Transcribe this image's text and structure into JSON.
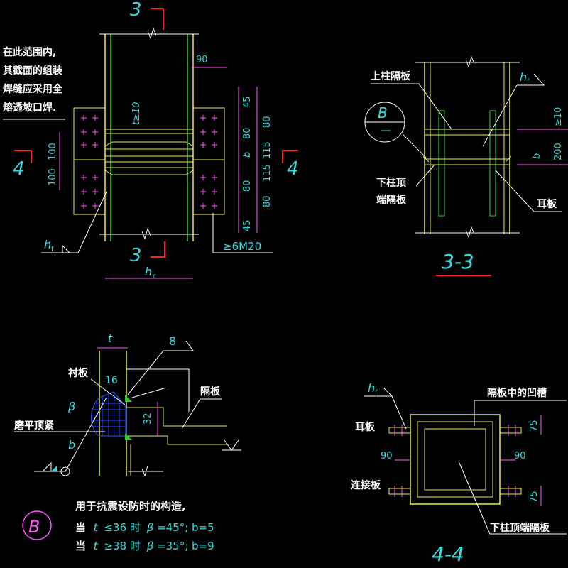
{
  "colors": {
    "background": "#000000",
    "steel_plate": "#e8e855",
    "rib": "#33cc33",
    "dimension": "#ff55ff",
    "cyan_text": "#33dddd",
    "red": "#ff2222",
    "white": "#ffffff"
  },
  "elevation": {
    "note_lines": [
      "在此范围内,",
      "其截面的组装",
      "焊缝应采用全",
      "熔透坡口焊."
    ],
    "section_mark_top": "3",
    "section_mark_bottom": "3",
    "section_mark_left": "4",
    "section_mark_right": "4",
    "dim_top_width": "90",
    "dims_left": [
      "100",
      "100"
    ],
    "dims_right_inner": [
      "45",
      "80",
      "b",
      "80",
      "45"
    ],
    "dims_right_outer": [
      "80",
      "115",
      "115",
      "80"
    ],
    "thickness_note": "t≥10",
    "weld_symbol": "h",
    "weld_sub": "f",
    "width_label": "h",
    "width_sub": "c",
    "bolt_note": "≥6M20"
  },
  "section33": {
    "title": "3-3",
    "label_upper_diaphragm": "上柱隔板",
    "label_lower_end_plate_1": "下柱顶",
    "label_lower_end_plate_2": "端隔板",
    "label_ear_plate": "耳板",
    "detail_letter": "B",
    "weld_symbol": "h",
    "weld_sub": "f",
    "dim_thk": "≥10",
    "dim_200": "200",
    "dim_b": "b"
  },
  "detailB": {
    "dim_t": "t",
    "dim_8": "8",
    "dim_16": "16",
    "dim_32": "32",
    "label_backing_plate": "衬板",
    "label_diaphragm": "隔板",
    "label_grind": "磨平顶紧",
    "beta": "β",
    "b_symbol": "b",
    "badge": "B",
    "note_title": "用于抗震设防时的构造,",
    "rule1_prefix": "当",
    "rule1_t": "t",
    "rule1_cond": "≤36 时",
    "rule1_beta": "β",
    "rule1_vals": "=45°; b=5",
    "rule2_prefix": "当",
    "rule2_t": "t",
    "rule2_cond": "≥38 时",
    "rule2_beta": "β",
    "rule2_vals": "=35°; b=9"
  },
  "section44": {
    "title": "4-4",
    "label_groove": "隔板中的凹槽",
    "label_ear_plate": "耳板",
    "label_connection_plate": "连接板",
    "label_end_plate": "下柱顶端隔板",
    "weld_symbol": "h",
    "weld_sub": "f",
    "dim_left": "90",
    "dim_right": "90",
    "dim_top": "75",
    "dim_bottom": "75"
  }
}
